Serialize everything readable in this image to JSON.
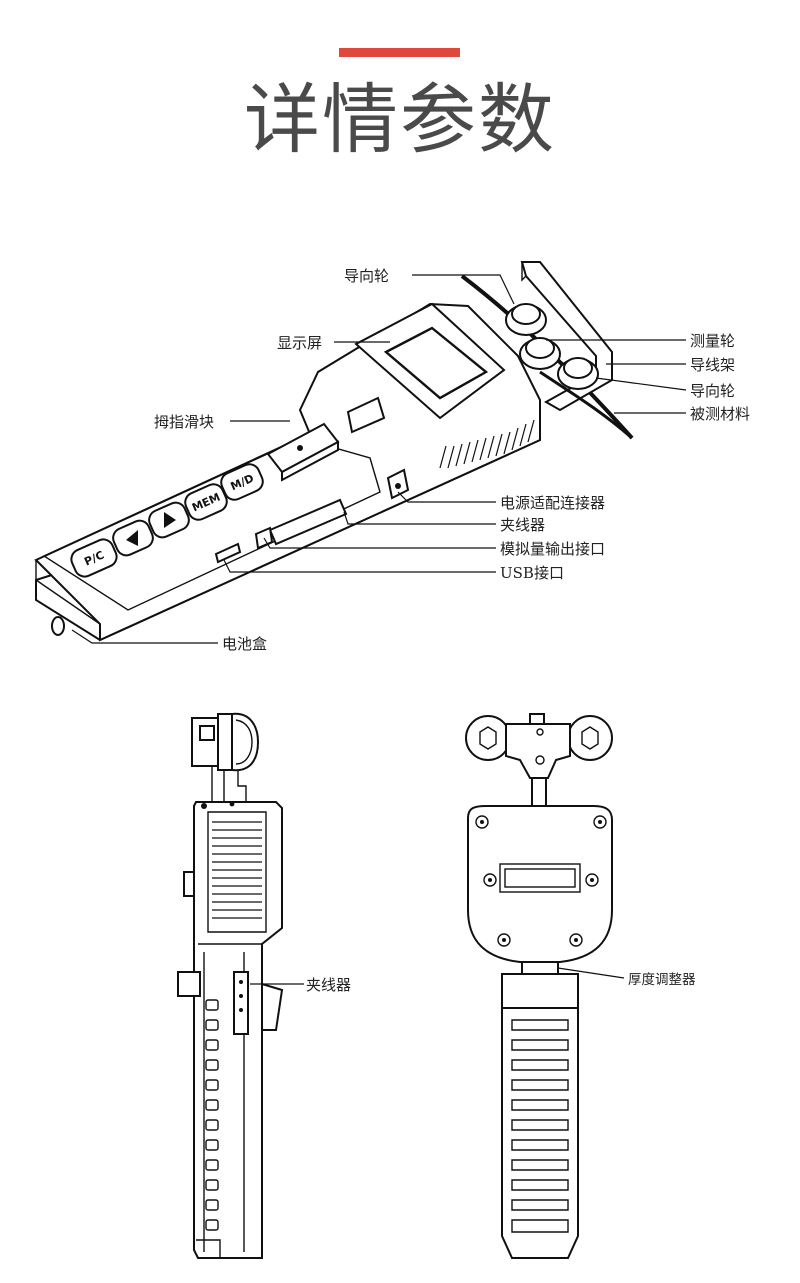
{
  "header": {
    "title": "详情参数",
    "accent_color": "#e0483e"
  },
  "top_view": {
    "labels": {
      "guide_wheel_top": "导向轮",
      "display": "显示屏",
      "thumb_slider": "拇指滑块",
      "measure_wheel": "测量轮",
      "wire_guide_frame": "导线架",
      "guide_wheel_right": "导向轮",
      "test_material": "被测材料",
      "power_adapter": "电源适配连接器",
      "wire_clip": "夹线器",
      "analog_output": "模拟量输出接口",
      "usb_port": "USB接口",
      "battery_box": "电池盒"
    },
    "keys": {
      "pc": "P/C",
      "mem": "MEM",
      "md": "M/D"
    }
  },
  "side_view": {
    "labels": {
      "wire_clip": "夹线器"
    }
  },
  "back_view": {
    "labels": {
      "thickness_adjuster": "厚度调整器"
    }
  }
}
